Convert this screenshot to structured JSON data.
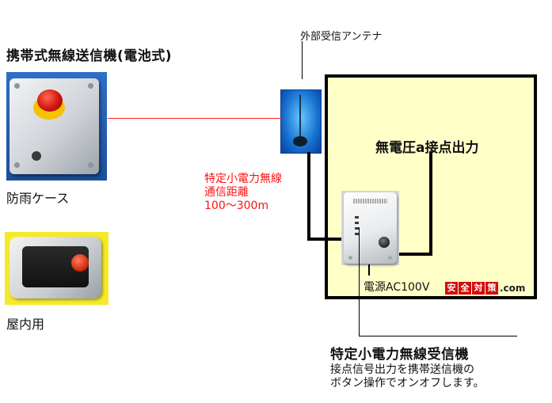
{
  "labels": {
    "transmitter_title": "携帯式無線送信機(電池式)",
    "rain_case": "防雨ケース",
    "indoor_use": "屋内用",
    "antenna": "外部受信アンテナ",
    "range": [
      "特定小電力無線",
      "通信距離",
      "100〜300m"
    ],
    "dry_contact": "無電圧a接点出力",
    "power": "電源AC100V",
    "receiver_title": "特定小電力無線受信機",
    "receiver_desc": [
      "接点信号出力を携帯送信機の",
      "ボタン操作でオンオフします。"
    ]
  },
  "logo": {
    "boxes": [
      "安",
      "全",
      "対",
      "策"
    ],
    "suffix": ".com",
    "color": "#d50b0b"
  },
  "colors": {
    "panel_fill": "#ffffc8",
    "radio_link": "#ff2020",
    "range_text": "#ff1010"
  }
}
